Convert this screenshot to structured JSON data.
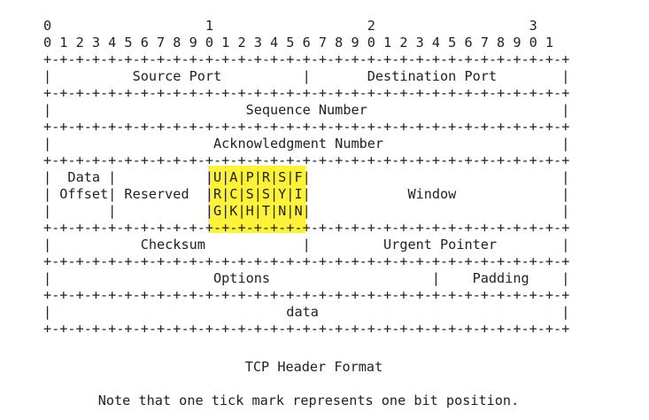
{
  "diagram": {
    "lines": [
      "0                   1                   2                   3",
      "0 1 2 3 4 5 6 7 8 9 0 1 2 3 4 5 6 7 8 9 0 1 2 3 4 5 6 7 8 9 0 1",
      "+-+-+-+-+-+-+-+-+-+-+-+-+-+-+-+-+-+-+-+-+-+-+-+-+-+-+-+-+-+-+-+-+",
      "|          Source Port          |       Destination Port        |",
      "+-+-+-+-+-+-+-+-+-+-+-+-+-+-+-+-+-+-+-+-+-+-+-+-+-+-+-+-+-+-+-+-+",
      "|                        Sequence Number                        |",
      "+-+-+-+-+-+-+-+-+-+-+-+-+-+-+-+-+-+-+-+-+-+-+-+-+-+-+-+-+-+-+-+-+",
      "|                    Acknowledgment Number                      |",
      "+-+-+-+-+-+-+-+-+-+-+-+-+-+-+-+-+-+-+-+-+-+-+-+-+-+-+-+-+-+-+-+-+",
      "|  Data |           |U|A|P|R|S|F|                               |",
      "| Offset| Reserved  |R|C|S|S|Y|I|            Window             |",
      "|       |           |G|K|H|T|N|N|                               |",
      "+-+-+-+-+-+-+-+-+-+-+-+-+-+-+-+-+-+-+-+-+-+-+-+-+-+-+-+-+-+-+-+-+",
      "|           Checksum            |         Urgent Pointer        |",
      "+-+-+-+-+-+-+-+-+-+-+-+-+-+-+-+-+-+-+-+-+-+-+-+-+-+-+-+-+-+-+-+-+",
      "|                    Options                    |    Padding    |",
      "+-+-+-+-+-+-+-+-+-+-+-+-+-+-+-+-+-+-+-+-+-+-+-+-+-+-+-+-+-+-+-+-+",
      "|                             data                              |",
      "+-+-+-+-+-+-+-+-+-+-+-+-+-+-+-+-+-+-+-+-+-+-+-+-+-+-+-+-+-+-+-+-+"
    ],
    "highlight_color": "#fff23b"
  },
  "caption": "TCP Header Format",
  "note": "Note that one tick mark represents one bit position."
}
